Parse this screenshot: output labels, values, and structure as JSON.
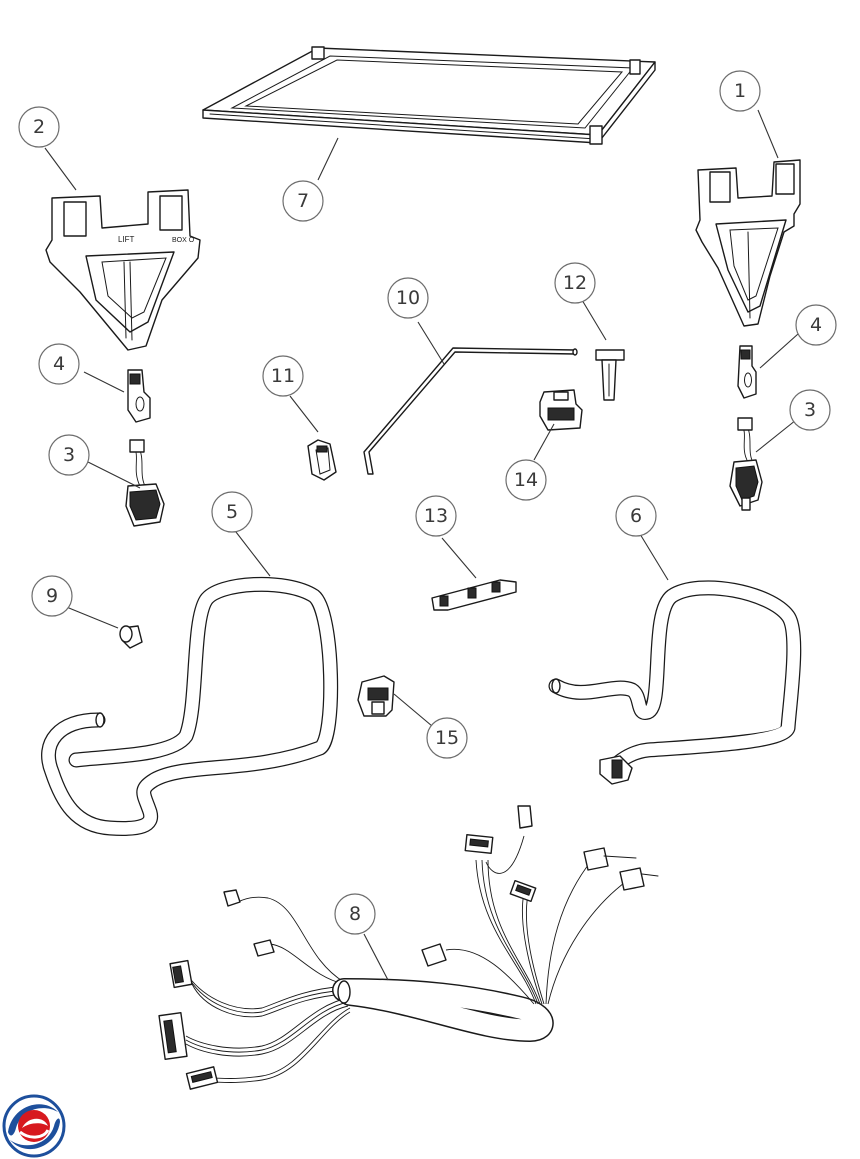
{
  "callouts": [
    {
      "label": "1"
    },
    {
      "label": "2"
    },
    {
      "label": "3"
    },
    {
      "label": "3"
    },
    {
      "label": "4"
    },
    {
      "label": "4"
    },
    {
      "label": "5"
    },
    {
      "label": "6"
    },
    {
      "label": "7"
    },
    {
      "label": "8"
    },
    {
      "label": "9"
    },
    {
      "label": "10"
    },
    {
      "label": "11"
    },
    {
      "label": "12"
    },
    {
      "label": "13"
    },
    {
      "label": "14"
    },
    {
      "label": "15"
    }
  ],
  "bracket_left_text": "LIFT",
  "bracket_left_text2": "BOX O",
  "colors": {
    "outline": "#1a1a1a",
    "callout_ring": "#6d6d6d",
    "logo_red": "#d7191f",
    "logo_blue": "#1d4f9c"
  },
  "logo_icon": "brand-swirl-logo"
}
